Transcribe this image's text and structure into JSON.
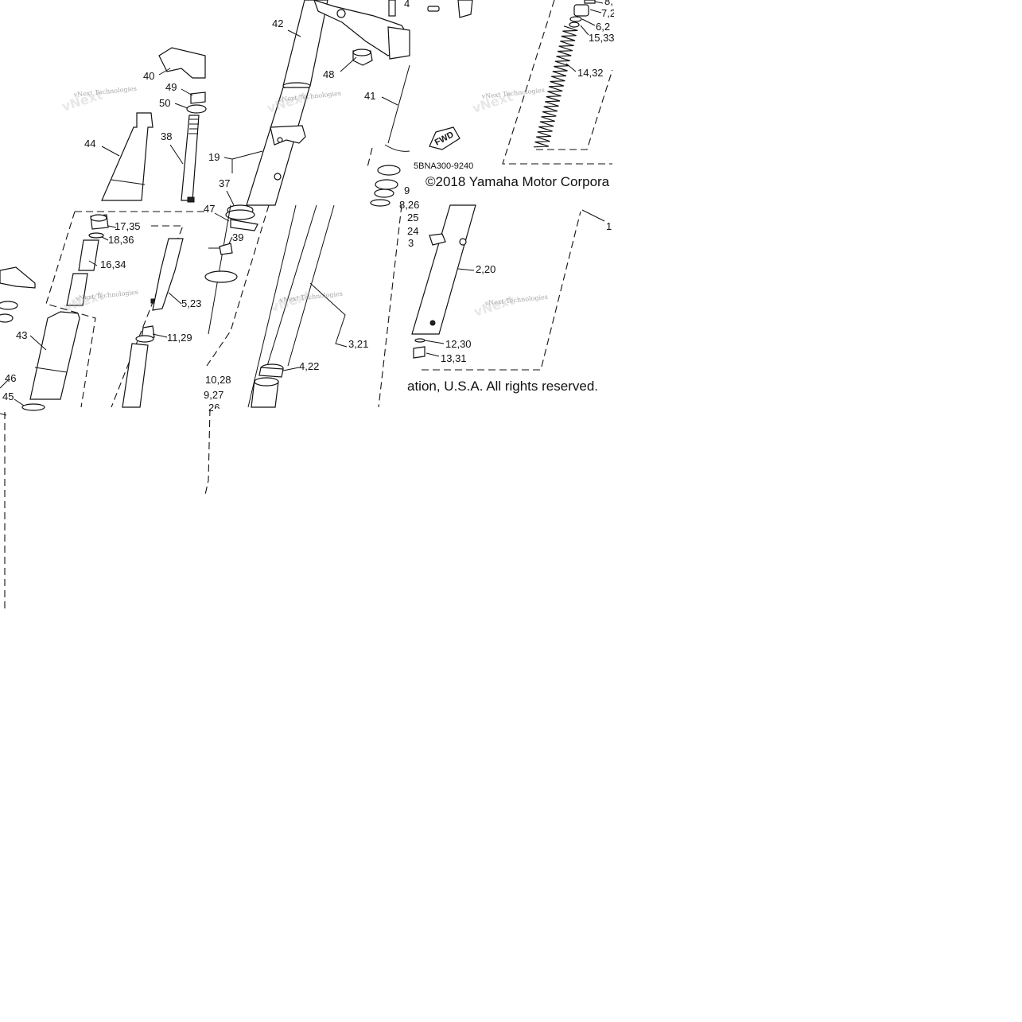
{
  "labels": {
    "l1": "1",
    "l2_20": "2,20",
    "l3": "3",
    "l3_21": "3,21",
    "l4_22": "4,22",
    "l5_23": "5,23",
    "l6_24": "6,2",
    "l7_25": "7,2",
    "l8a": "8,",
    "l8_26": "8,26",
    "l9": "9",
    "l9_27": "9,27",
    "l10_28": "10,28",
    "l11_29": "11,29",
    "l12_30": "12,30",
    "l13_31": "13,31",
    "l14_32": "14,32",
    "l15_33": "15,33",
    "l16_34": "16,34",
    "l17_35": "17,35",
    "l18_36": "18,36",
    "l19": "19",
    "l24": "24",
    "l25": "25",
    "l26": "26",
    "l37": "37",
    "l38": "38",
    "l39": "39",
    "l40": "40",
    "l41": "41",
    "l42": "42",
    "l43": "43",
    "l44": "44",
    "l45": "45",
    "l46": "46",
    "l47": "47",
    "l48": "48",
    "l49": "49",
    "l50": "50",
    "l4top": "4"
  },
  "fwd_label": "FWD",
  "diagram_code": "5BNA300-9240",
  "copyright_line1": "©2018 Yamaha Motor Corpora",
  "copyright_line2": "ation, U.S.A. All rights reserved.",
  "watermark": "vNext Technologies",
  "colors": {
    "ink": "#111111",
    "watermark": "#888888",
    "background": "#ffffff"
  }
}
